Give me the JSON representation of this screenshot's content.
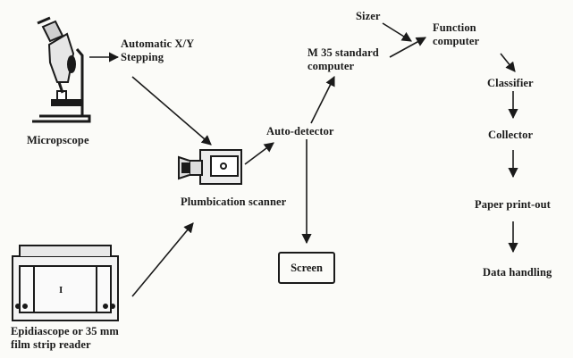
{
  "nodes": {
    "microscope": "Micropscope",
    "stepping": "Automatic X/Y\nStepping",
    "scanner": "Plumbication scanner",
    "epidiascope": "Epidiascope or 35 mm\nfilm strip reader",
    "auto_detector": "Auto-detector",
    "screen": "Screen",
    "m35": "M 35 standard\ncomputer",
    "sizer": "Sizer",
    "function_computer": "Function\ncomputer",
    "classifier": "Classifier",
    "collector": "Collector",
    "print_out": "Paper print-out",
    "data_handling": "Data handling"
  },
  "epidiascope_mark": "I"
}
